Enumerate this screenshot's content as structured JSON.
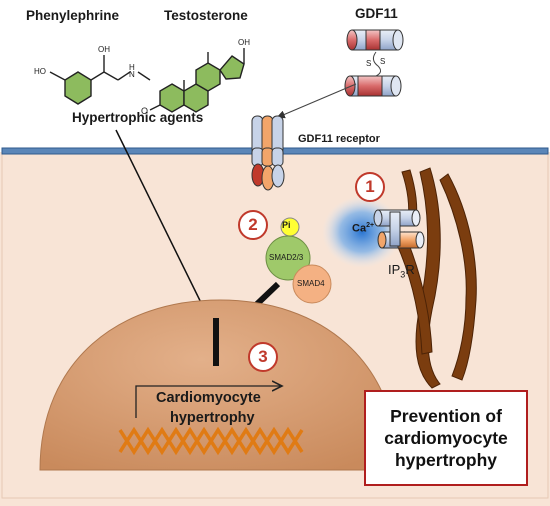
{
  "agents": {
    "phenylephrine": "Phenylephrine",
    "testosterone": "Testosterone",
    "hypertrophic": "Hypertrophic agents"
  },
  "gdf11": {
    "title": "GDF11",
    "receptor": "GDF11 receptor"
  },
  "steps": [
    "1",
    "2",
    "3"
  ],
  "signaling": {
    "pi": "Pi",
    "smad23": "SMAD2/3",
    "smad4": "SMAD4",
    "calcium_base": "Ca",
    "calcium_sup": "2+",
    "ip3r_base": "IP",
    "ip3r_sub": "3",
    "ip3r_end": "R"
  },
  "nucleus": {
    "line1": "Cardiomyocyte",
    "line2": "hypertrophy"
  },
  "outcome": "Prevention of\ncardiomyocyte\nhypertrophy",
  "colors": {
    "cytoplasm": "#f8e4d6",
    "nucleus": "#d59a70",
    "membrane": "#3a6a9e",
    "mitochondria": "#7b3d0f",
    "dna": "#e07b14",
    "accent_red": "#c0392b",
    "smad23": "#9fc96a",
    "smad4": "#f4b183",
    "pi": "#ffff33"
  }
}
